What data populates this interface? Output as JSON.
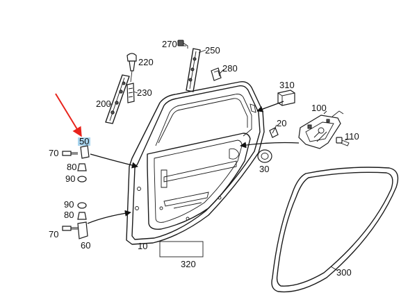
{
  "diagram": {
    "labels": {
      "p10": "10",
      "p20": "20",
      "p30": "30",
      "p50": "50",
      "p60": "60",
      "p70a": "70",
      "p70b": "70",
      "p80a": "80",
      "p80b": "80",
      "p90a": "90",
      "p90b": "90",
      "p100": "100",
      "p110": "110",
      "p200": "200",
      "p220": "220",
      "p230": "230",
      "p250": "250",
      "p270": "270",
      "p280": "280",
      "p300": "300",
      "p310": "310",
      "p320": "320"
    },
    "highlight_color": "#a8d4ee",
    "pointer_color": "#e8231c"
  }
}
